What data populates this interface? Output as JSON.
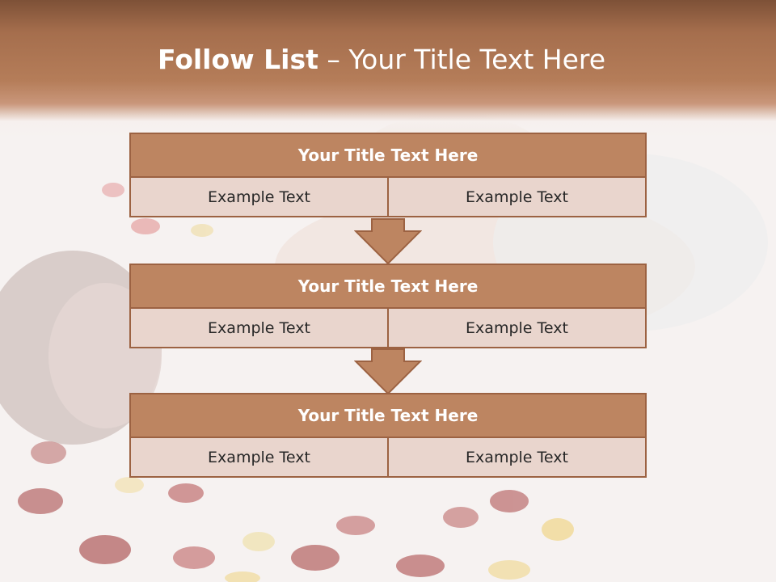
{
  "slide": {
    "title_lead": "Follow List",
    "title_rest": " – Your Title Text Here"
  },
  "blocks": [
    {
      "title": "Your Title Text Here",
      "items": [
        "Example Text",
        "Example Text"
      ]
    },
    {
      "title": "Your Title Text Here",
      "items": [
        "Example Text",
        "Example Text"
      ]
    },
    {
      "title": "Your Title Text Here",
      "items": [
        "Example Text",
        "Example Text"
      ]
    }
  ],
  "colors": {
    "accent": "#bd8561",
    "border": "#9c6242",
    "cell_fill": "#e9d5cd",
    "title_band": "#a56e4d"
  },
  "background": {
    "icon": "bride-with-rose-petals-photo"
  }
}
